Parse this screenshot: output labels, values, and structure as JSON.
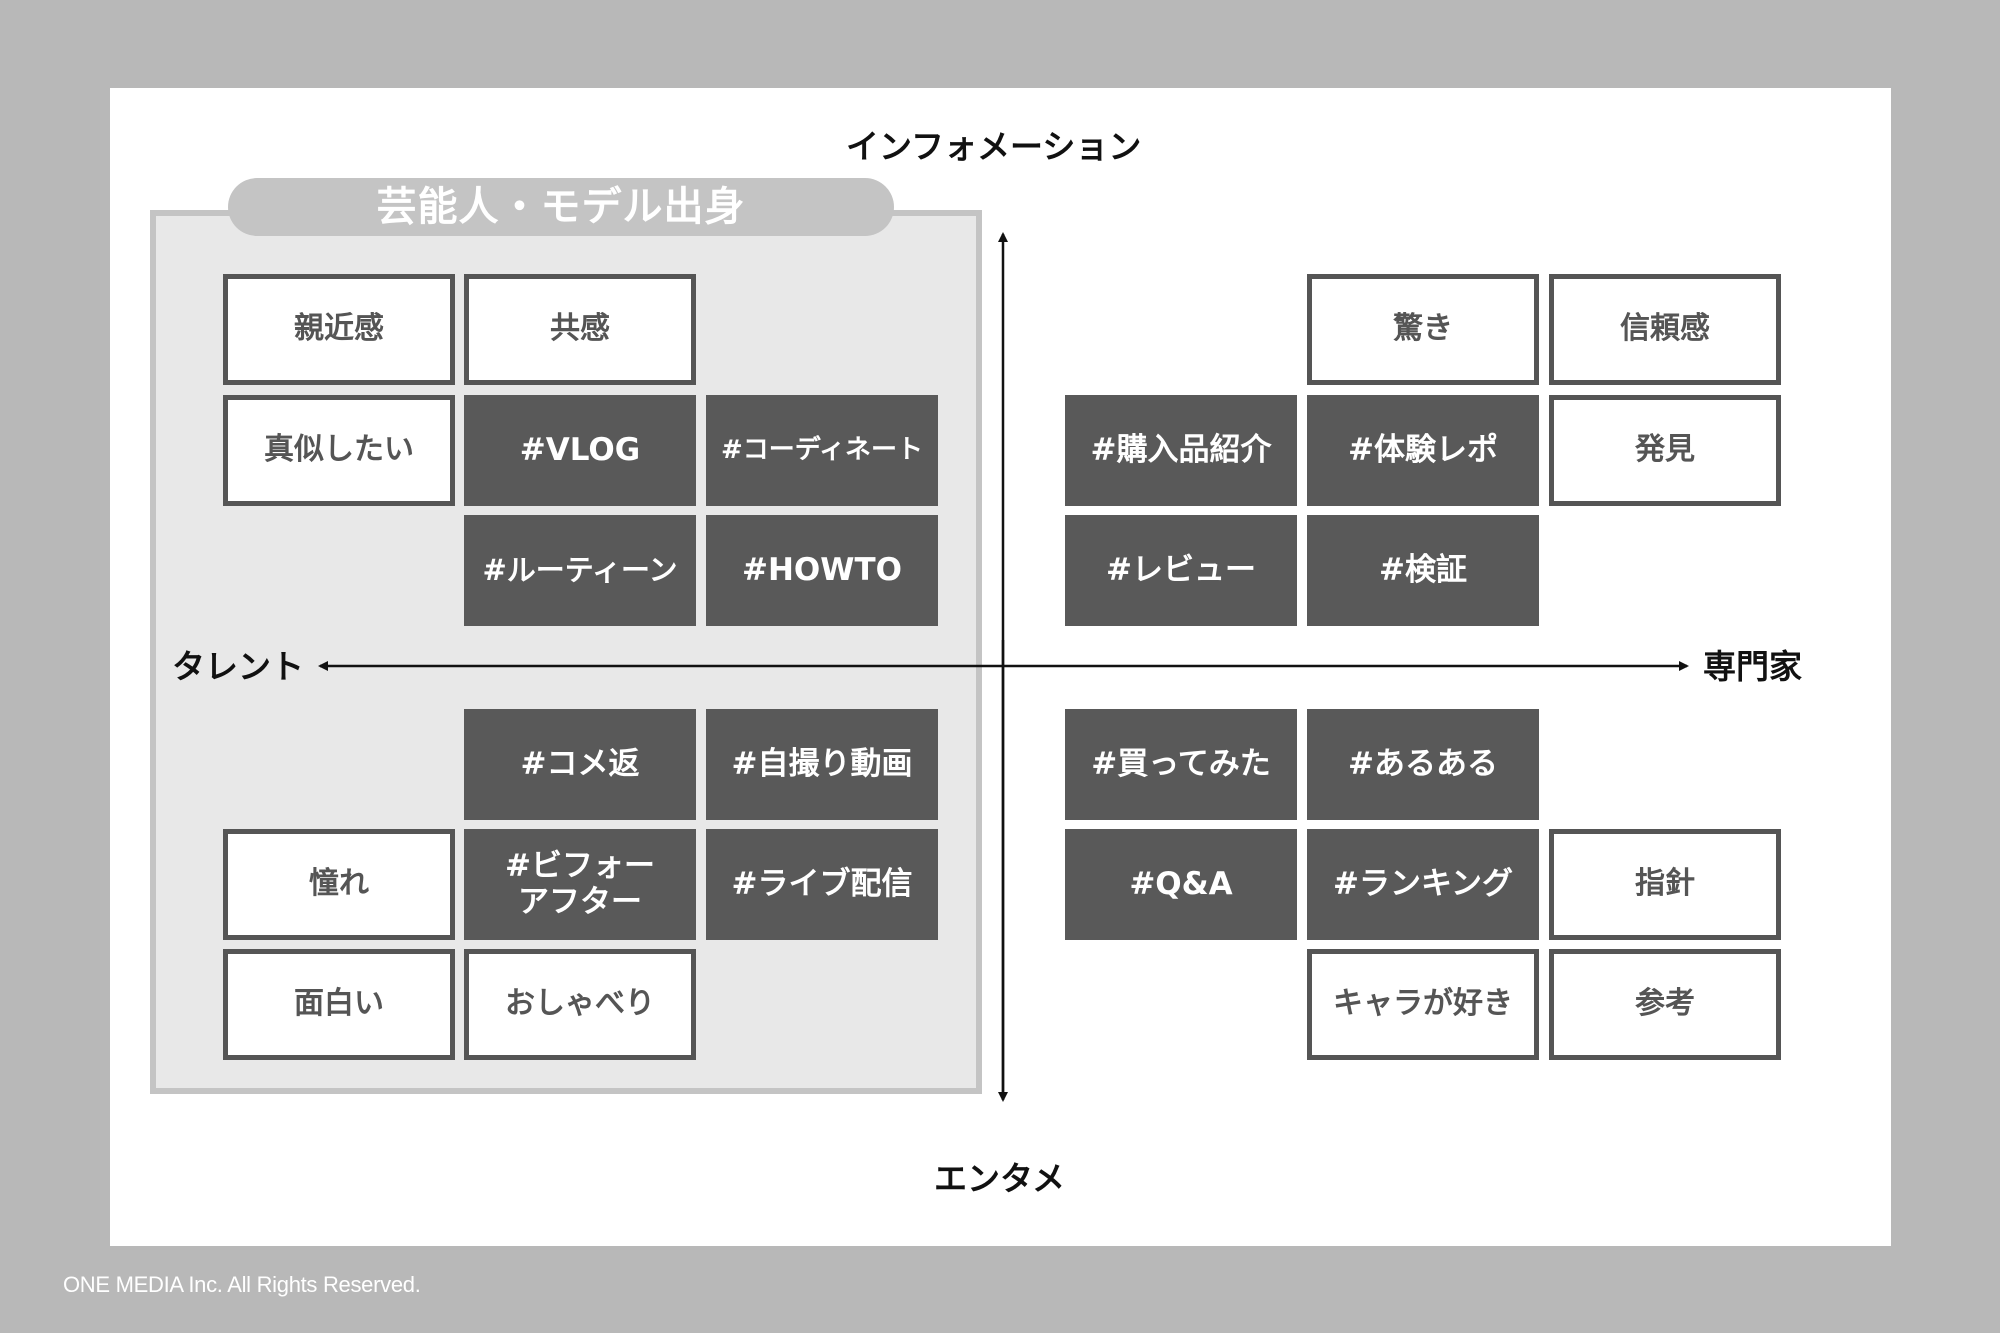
{
  "axes": {
    "top": "インフォメーション",
    "bottom": "エンタメ",
    "left": "タレント",
    "right": "専門家"
  },
  "group": {
    "title": "芸能人・モデル出身"
  },
  "tags": {
    "shinkinkan": "親近感",
    "kyokan": "共感",
    "maneshitai": "真似したい",
    "vlog": "#VLOG",
    "coordinate": "#コーディネート",
    "routine": "#ルーティーン",
    "howto": "#HOWTO",
    "odoroki": "驚き",
    "shinraikan": "信頼感",
    "konyuhin": "#購入品紹介",
    "taiken": "#体験レポ",
    "hakken": "発見",
    "review": "#レビュー",
    "kensho": "#検証",
    "komegaeshi": "#コメ返",
    "jidori": "#自撮り動画",
    "akogare": "憧れ",
    "beforeafter": "#ビフォー\nアフター",
    "live": "#ライブ配信",
    "omoshiroi": "面白い",
    "oshaberi": "おしゃべり",
    "kattemita": "#買ってみた",
    "aruaru": "#あるある",
    "qa": "#Q&A",
    "ranking": "#ランキング",
    "shishin": "指針",
    "charaga": "キャラが好き",
    "sanko": "参考"
  },
  "footer": {
    "copyright": "ONE MEDIA Inc. All Rights Reserved."
  },
  "colors": {
    "page_background": "#b8b8b8",
    "canvas": "#ffffff",
    "group_panel": "#e8e8e8",
    "group_border": "#c4c4c4",
    "filled_tag": "#595959",
    "outline_tag_border": "#555555",
    "axis": "#111111"
  }
}
